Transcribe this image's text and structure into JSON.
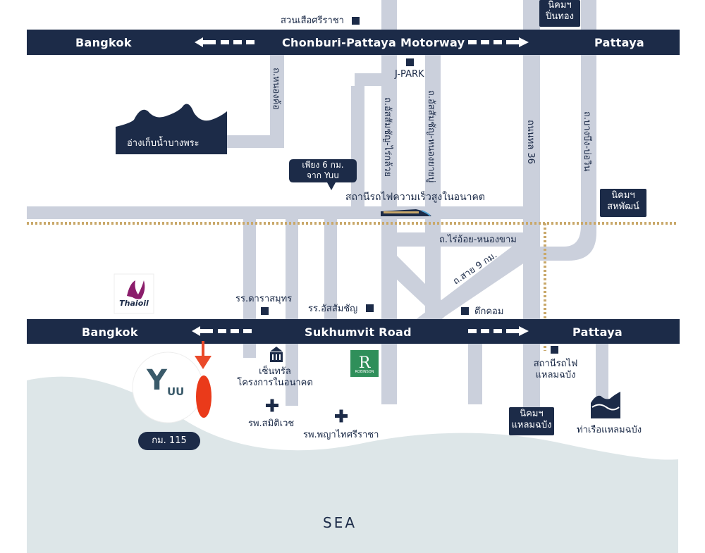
{
  "colors": {
    "road": "#cbd0dc",
    "highway": "#1c2b48",
    "rail": "#c9a86a",
    "sea": "#dde6e8",
    "marker": "#ea4a2a",
    "white": "#ffffff"
  },
  "motorway": {
    "name": "Chonburi-Pattaya Motorway",
    "left": "Bangkok",
    "right": "Pattaya"
  },
  "sukhumvit": {
    "name": "Sukhumvit Road",
    "left": "Bangkok",
    "right": "Pattaya"
  },
  "sea_label": "SEA",
  "yuu": {
    "logo_letter": "Y",
    "logo_text": "UU",
    "km_badge": "กม. 115"
  },
  "callout": {
    "line1": "เพียง 6 กม.",
    "line2": "จาก Yuu"
  },
  "thaioil_logo": "Thaioil",
  "robinson_logo": "ROBINSON",
  "roads": {
    "pong_road": "ถ.ไร่อ้อย-หนองขาม",
    "sai9": "ถ.สาย 9 กม.",
    "v_road_1": "ถ.หนองค้อ",
    "v_road_2": "ถ.อัสสัมชัญ-ไร่กล้วย",
    "v_road_3": "ถ.อัสสัมชัญ-หนองยายบู่",
    "v_road_4": "ถนนทล 36",
    "v_road_5": "ถ.บางบึง-บ่อวิน"
  },
  "places": {
    "suanseua": "สวนเสือศรีราชา",
    "jpark": "J-PARK",
    "reservoir": "อ่างเก็บน้ำบางพระ",
    "hsr_station": "สถานีรถไฟความเร็วสูงในอนาคต",
    "darasamut": "รร.ดาราสมุทร",
    "assumption": "รร.อัสสัมชัญ",
    "tukcom": "ตึกคอม",
    "central_line1": "เซ็นทรัล",
    "central_line2": "โครงการในอนาคต",
    "samitivej": "รพ.สมิติเวช",
    "phyathai": "รพ.พญาไทศรีราชา",
    "laemchabang_station_line1": "สถานีรถไฟ",
    "laemchabang_station_line2": "แหลมฉบัง",
    "laemchabang_port": "ท่าเรือแหลมฉบัง"
  },
  "estates": {
    "pinthong_line1": "นิคมฯ",
    "pinthong_line2": "ปิ่นทอง",
    "sahapat_line1": "นิคมฯ",
    "sahapat_line2": "สหพัฒน์",
    "laemchabang_line1": "นิคมฯ",
    "laemchabang_line2": "แหลมฉบัง"
  }
}
